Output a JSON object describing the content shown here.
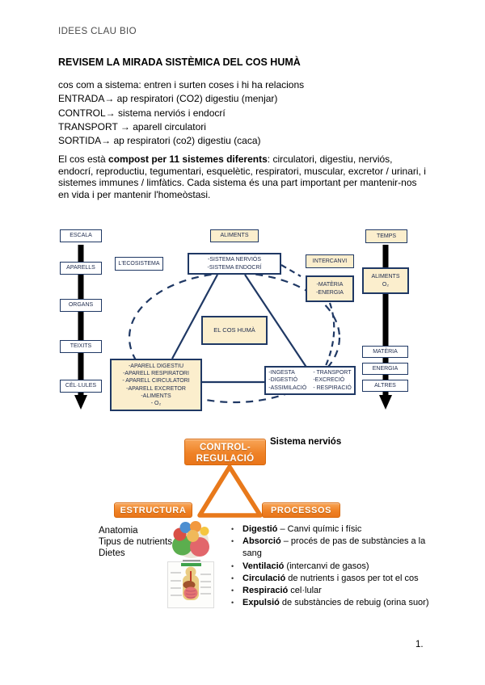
{
  "document": {
    "header": "IDEES CLAU BIO",
    "title": "REVISEM LA MIRADA SISTÈMICA DEL COS HUMÀ",
    "intro_lines": [
      "cos com a sistema: entren i surten coses i hi ha relacions",
      "ENTRADA→ ap respiratori (CO2) digestiu (menjar)",
      "CONTROL→ sistema nerviós i endocrí",
      "TRANSPORT → aparell circulatori",
      "SORTIDA→ ap respiratori (co2) digestiu (caca)"
    ],
    "body_paragraph": {
      "pre": "El cos està ",
      "bold": "compost per 11 sistemes diferents",
      "post": ": circulatori, digestiu, nerviós, endocrí, reproductiu, tegumentari, esquelètic, respiratori, muscular, excretor / urinari, i sistemes immunes / limfàtics. Cada sistema és una part important per mantenir-nos en vida i per mantenir l'homeòstasi."
    },
    "page_number": "1."
  },
  "systems_diagram": {
    "scale": {
      "title": "ESCALA",
      "levels": [
        "APARELLS",
        "ORGANS",
        "TEIXITS",
        "CÈL·LULES"
      ]
    },
    "aliments_top": "ALIMENTS",
    "ecosystem": "L'ECOSISTEMA",
    "control_systems": [
      "-SISTEMA NERVIÓS",
      "-SISTEMA ENDOCRÍ"
    ],
    "intercanvi": "INTERCANVI",
    "exchange": [
      "-MATÈRIA",
      "-ENERGIA"
    ],
    "center": "EL COS HUMÀ",
    "inputs_box": [
      "-APARELL DIGESTIU",
      "-APARELL RESPIRATORI",
      "- APARELL CIRCULATORI",
      "-APARELL EXCRETOR",
      "-ALIMENTS",
      "- O₂"
    ],
    "processes_box": {
      "left": [
        "-INGESTA",
        "-DIGESTIÓ",
        "-ASSIMILACIÓ"
      ],
      "right": [
        "- TRANSPORT",
        "-EXCRECIÓ",
        "- RESPIRACIÓ"
      ]
    },
    "time": {
      "title": "TEMPS",
      "input_line1": "ALIMENTS",
      "input_line2": "O₂",
      "outputs": [
        "MATÈRIA",
        "ENERGIA",
        "ALTRES"
      ]
    }
  },
  "triangle_diagram": {
    "top_line1": "CONTROL-",
    "top_line2": "REGULACIÓ",
    "annotation": "Sistema nerviós",
    "left_box": "ESTRUCTURA",
    "right_box": "PROCESSOS",
    "estructura_topics": [
      "Anatomia",
      "Tipus de nutrients",
      "Dietes"
    ],
    "bullet_char": "•",
    "process_bullets": [
      {
        "bold": "Digestió",
        "rest": " – Canvi químic i físic"
      },
      {
        "bold": "Absorció",
        "rest": " – procés de pas de substàncies a la sang"
      },
      {
        "bold": "Ventilació",
        "rest": " (intercanvi de gasos)"
      },
      {
        "bold": "Circulació",
        "rest": " de nutrients i gasos per tot el cos"
      },
      {
        "bold": "Respiració",
        "rest": " cel·lular"
      },
      {
        "bold": "Expulsió",
        "rest": " de substàncies de rebuig (orina suor)"
      }
    ]
  },
  "colors": {
    "box_border_navy": "#1f3864",
    "box_fill_cream": "#fbeecd",
    "orange_accent": "#ee7d1e",
    "arrow_black": "#000000"
  }
}
